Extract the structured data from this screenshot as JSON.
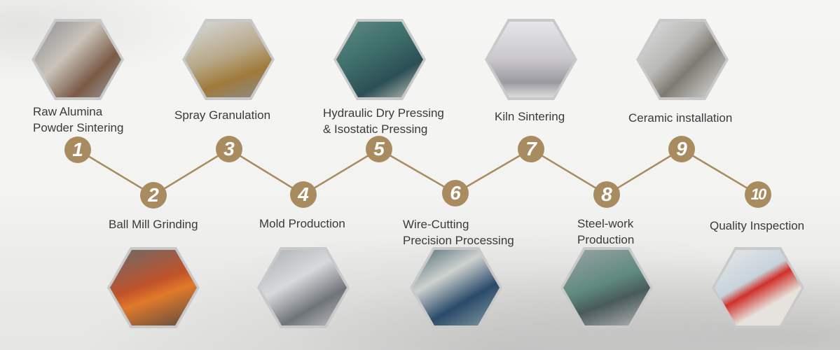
{
  "accent_color": "#a98b60",
  "steps": [
    {
      "number": "1",
      "label": [
        "Raw Alumina",
        "Powder Sintering"
      ]
    },
    {
      "number": "2",
      "label": [
        "Ball Mill Grinding"
      ]
    },
    {
      "number": "3",
      "label": [
        "Spray Granulation"
      ]
    },
    {
      "number": "4",
      "label": [
        "Mold Production"
      ]
    },
    {
      "number": "5",
      "label": [
        "Hydraulic Dry Pressing",
        "& Isostatic Pressing"
      ]
    },
    {
      "number": "6",
      "label": [
        "Wire-Cutting",
        "Precision Processing"
      ]
    },
    {
      "number": "7",
      "label": [
        "Kiln Sintering"
      ]
    },
    {
      "number": "8",
      "label": [
        "Steel-work",
        "Production"
      ]
    },
    {
      "number": "9",
      "label": [
        "Ceramic installation"
      ]
    },
    {
      "number": "10",
      "label": [
        "Quality Inspection"
      ]
    }
  ]
}
